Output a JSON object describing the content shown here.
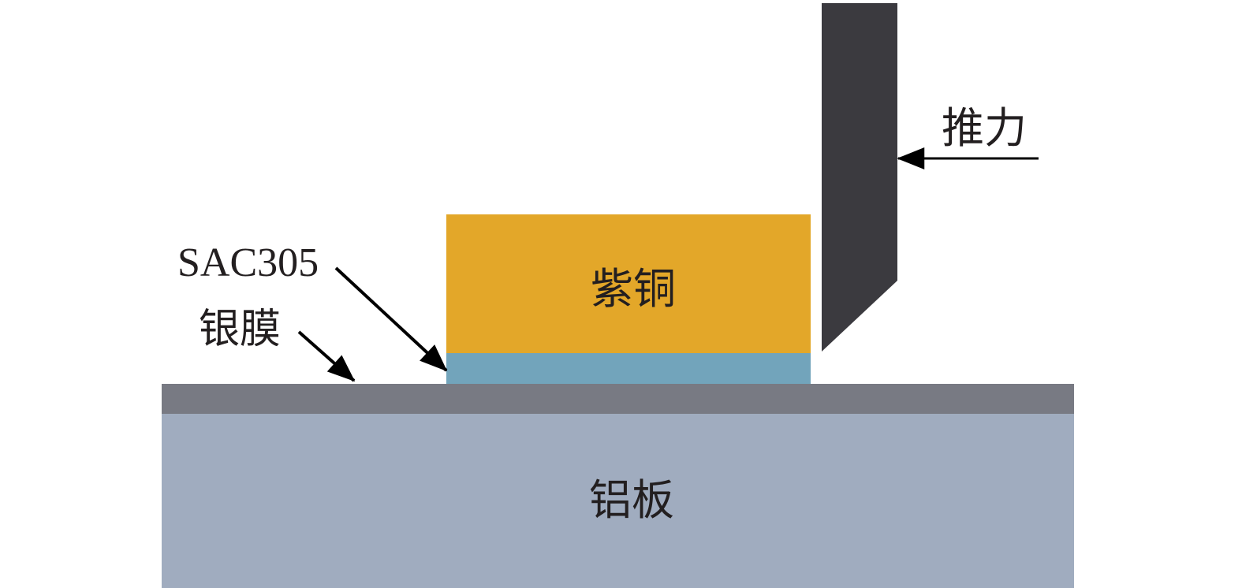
{
  "labels": {
    "copper": "紫铜",
    "aluminum_plate": "铝板",
    "solder": "SAC305",
    "silver_film": "银膜",
    "push_force": "推力"
  },
  "colors": {
    "copper": "#e3a729",
    "solder": "#72a4bb",
    "silver_film": "#787a83",
    "aluminum_plate": "#a0acbf",
    "shear_tool": "#3b3a3f",
    "arrow": "#000000"
  }
}
